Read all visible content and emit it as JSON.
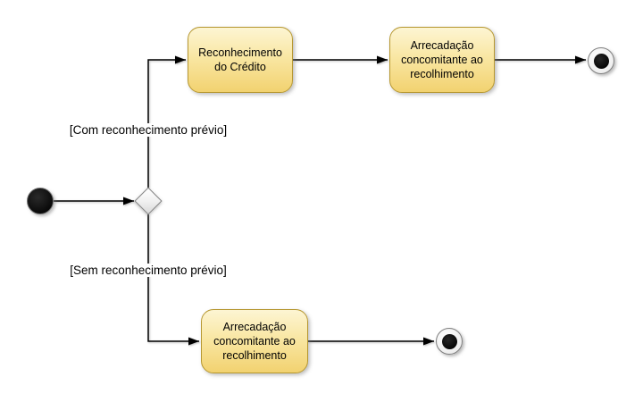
{
  "diagram": {
    "type": "uml-activity-diagram",
    "nodes": {
      "start": {
        "type": "initial-node"
      },
      "decision": {
        "type": "decision-node"
      },
      "activity_top_1": {
        "label": "Reconhecimento do Crédito"
      },
      "activity_top_2": {
        "label": "Arrecadação concomitante ao recolhimento"
      },
      "activity_bottom": {
        "label": "Arrecadação concomitante ao recolhimento"
      },
      "final_top": {
        "type": "activity-final-node"
      },
      "final_bottom": {
        "type": "activity-final-node"
      }
    },
    "guards": {
      "top": "[Com reconhecimento prévio]",
      "bottom": "[Sem reconhecimento prévio]"
    },
    "colors": {
      "activity_fill_top": "#FDF5D3",
      "activity_fill_bottom": "#F2D270",
      "activity_border": "#B69730",
      "decision_border": "#7F7F7F",
      "edge": "#000000",
      "background": "#FFFFFF"
    }
  }
}
